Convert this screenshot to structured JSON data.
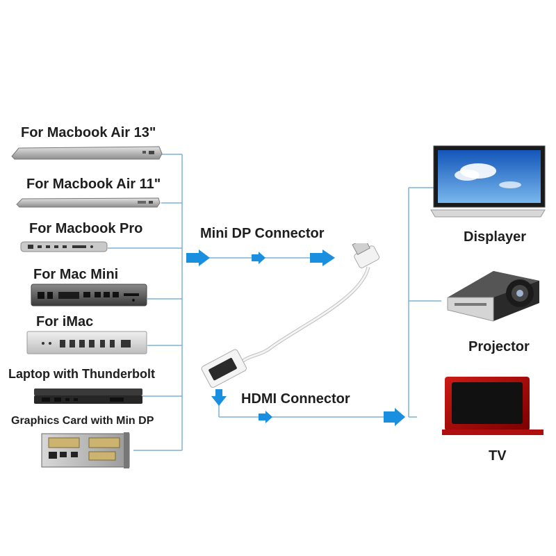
{
  "sources": [
    {
      "label": "For Macbook Air 13\"",
      "icon": "macbook-air-13-icon"
    },
    {
      "label": "For Macbook Air 11\"",
      "icon": "macbook-air-11-icon"
    },
    {
      "label": "For Macbook Pro",
      "icon": "macbook-pro-icon"
    },
    {
      "label": "For Mac Mini",
      "icon": "mac-mini-icon"
    },
    {
      "label": "For iMac",
      "icon": "imac-ports-icon"
    },
    {
      "label": "Laptop with Thunderbolt",
      "icon": "thunderbolt-laptop-icon"
    },
    {
      "label": "Graphics Card with Min DP",
      "icon": "graphics-card-icon"
    }
  ],
  "connectors": {
    "mini_dp": "Mini DP Connector",
    "hdmi": "HDMI Connector"
  },
  "outputs": [
    {
      "label": "Displayer",
      "icon": "monitor-icon"
    },
    {
      "label": "Projector",
      "icon": "projector-icon"
    },
    {
      "label": "TV",
      "icon": "tv-icon"
    }
  ],
  "colors": {
    "wire": "#7fb0d6",
    "arrow": "#1a8fe0",
    "text": "#1e1e1e"
  }
}
